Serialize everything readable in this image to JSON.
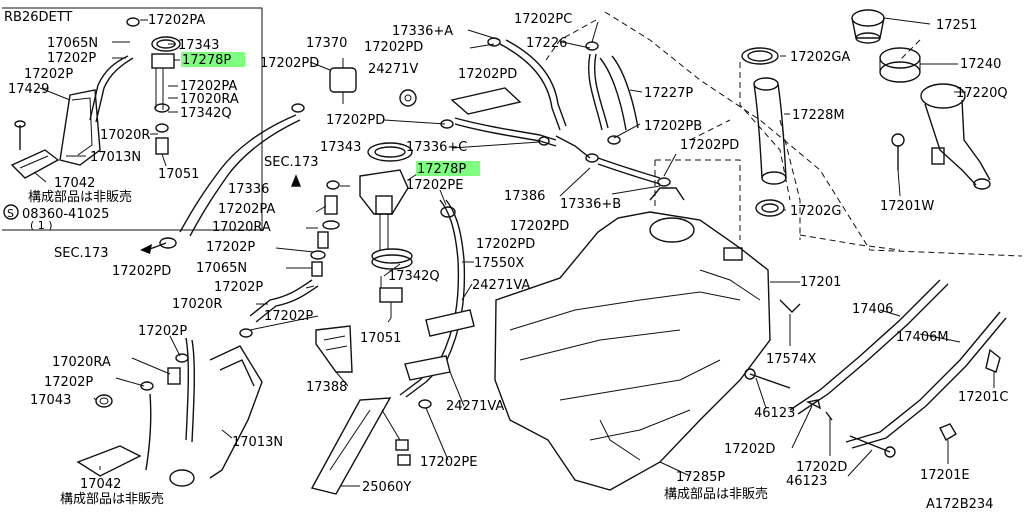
{
  "diagram": {
    "engine": "RB26DETT",
    "drawing_code": "A172B234",
    "highlight_color": "#7fff7f",
    "note_not_sold": "構成部品は非販売",
    "screw_code": "08360-41025",
    "screw_qty": "( 1 )",
    "labels": {
      "p17202PA_a": "17202PA",
      "p17065N_a": "17065N",
      "p17343_a": "17343",
      "p17202P_a": "17202P",
      "p17278P_a": "17278P",
      "p17429": "17429",
      "p17202PA_b": "17202PA",
      "p17020RA_a": "17020RA",
      "p17342Q_a": "17342Q",
      "p17020R_a": "17020R",
      "p17013N_a": "17013N",
      "p17051_a": "17051",
      "p17042_a": "17042",
      "p17370": "17370",
      "p17202PD_a": "17202PD",
      "p17336A": "17336+A",
      "p17202PD_b": "17202PD",
      "p24271V": "24271V",
      "p17202PC": "17202PC",
      "p17226": "17226",
      "p17202PD_c": "17202PD",
      "p17227P": "17227P",
      "p17202PD_d": "17202PD",
      "p17343_b": "17343",
      "p17336C": "17336+C",
      "sec173_a": "SEC.173",
      "p17278P_b": "17278P",
      "p17202PE_a": "17202PE",
      "p17336": "17336",
      "p17202PA_c": "17202PA",
      "p17020RA_b": "17020RA",
      "p17202P_b": "17202P",
      "p17065N_b": "17065N",
      "sec173_b": "SEC.173",
      "p17202PD_e": "17202PD",
      "p17202P_c": "17202P",
      "p17020R_b": "17020R",
      "p17202P_d": "17202P",
      "p17342Q_b": "17342Q",
      "p17051_b": "17051",
      "p17386": "17386",
      "p17336B": "17336+B",
      "p17202PB": "17202PB",
      "p17202PD_f": "17202PD",
      "p17202PD_g": "17202PD",
      "p17550X": "17550X",
      "p24271VA_a": "24271VA",
      "p17251": "17251",
      "p17240": "17240",
      "p17202GA": "17202GA",
      "p17220Q": "17220Q",
      "p17228M": "17228M",
      "p17202G": "17202G",
      "p17201W": "17201W",
      "p17201": "17201",
      "p17406": "17406",
      "p17406M": "17406M",
      "p17574X": "17574X",
      "p17201C": "17201C",
      "p46123_a": "46123",
      "p17202D_a": "17202D",
      "p17202D_b": "17202D",
      "p46123_b": "46123",
      "p17201E": "17201E",
      "p17285P": "17285P",
      "p17202P_e": "17202P",
      "p17020RA_c": "17020RA",
      "p17202P_f": "17202P",
      "p17043": "17043",
      "p17013N_b": "17013N",
      "p17042_b": "17042",
      "p17388": "17388",
      "p24271VA_b": "24271VA",
      "p17202PE_b": "17202PE",
      "p25060Y": "25060Y"
    }
  }
}
